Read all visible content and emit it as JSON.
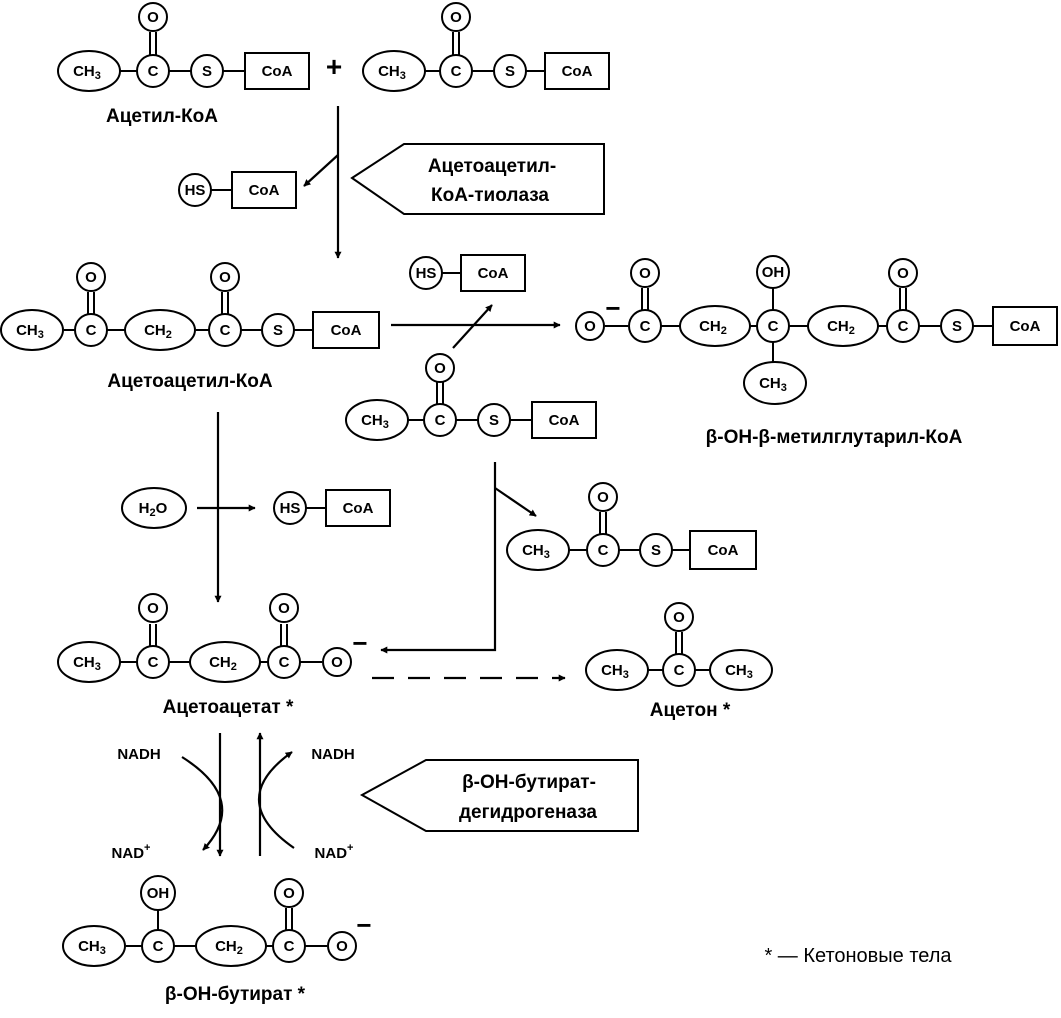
{
  "atoms": {
    "ch3": "CH",
    "ch2": "CH",
    "sub3": "3",
    "sub2": "2",
    "c": "C",
    "s": "S",
    "o": "O",
    "oh": "OH",
    "hs": "HS",
    "coa": "CoA",
    "h2o_h": "H",
    "h2o_sub": "2",
    "h2o_o": "O",
    "charge": "−"
  },
  "operators": {
    "plus": "+"
  },
  "labels": {
    "acetyl_coa": "Ацетил-КоА",
    "acetoacetyl_coa": "Ацетоацетил-КоА",
    "hmg_coa": "β-ОН-β-метилглутарил-КоА",
    "acetoacetate": "Ацетоацетат *",
    "acetone": "Ацетон *",
    "bhb": "β-ОН-бутират *"
  },
  "enzymes": {
    "thiolase_line1": "Ацетоацетил-",
    "thiolase_line2": "КоА-тиолаза",
    "dehydrogenase_line1": "β-ОН-бутират-",
    "dehydrogenase_line2": "дегидрогеназа"
  },
  "cofactors": {
    "nadh": "NADH",
    "nad": "NAD",
    "nad_sup": "+"
  },
  "legend": "* — Кетоновые тела"
}
